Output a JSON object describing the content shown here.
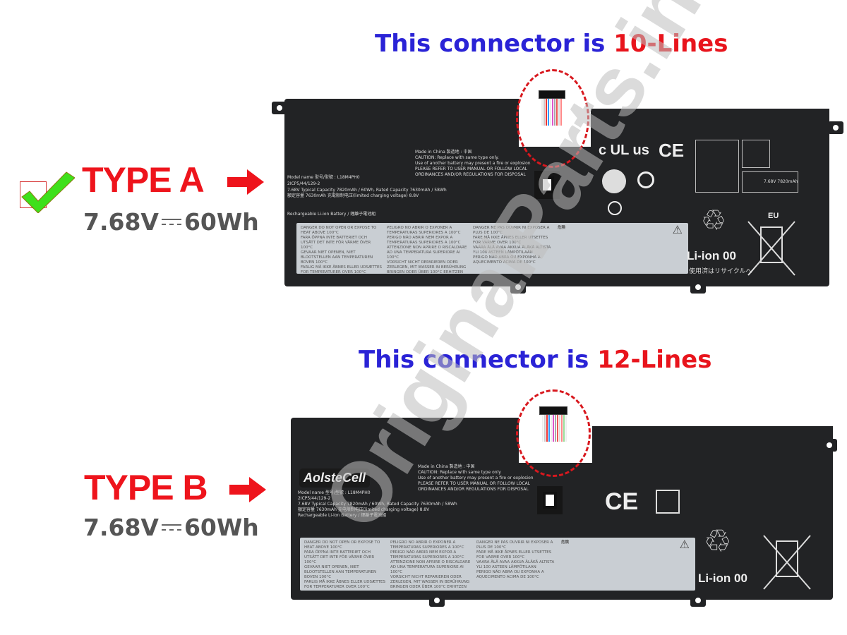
{
  "type_a": {
    "heading_prefix": "This connector is ",
    "heading_highlight": "10-Lines",
    "type_label": "TYPE A",
    "spec_voltage": "7.68V",
    "spec_energy": "60Wh",
    "selected": true,
    "battery": {
      "model_line": "Model name 型号/型號 : L18M4PH0",
      "cell_line": "2ICP5/44/129-2",
      "capacity_line": "7.68V Typical Capacity 7820mAh / 60Wh, Rated Capacity 7630mAh / 58Wh",
      "charge_line": "額定容量 7630mAh 充電限制电压(limited charging voltage) 8.8V",
      "rechargeable_line": "Rechargeable Li-ion Battery / 鋰離子電池組",
      "made_in": "Made in China 製造地 : 中国",
      "caution": "CAUTION: Replace with same type only.",
      "use_other": "Use of another battery may present a fire or explosion",
      "refer": "PLEASE REFER TO USER MANUAL OR FOLLOW LOCAL",
      "ordinances": "ORDINANCES AND/OR REGULATIONS FOR DISPOSAL",
      "cert_ul": "c UL us",
      "cert_ce": "CE",
      "pse_text": "7.68V 7820mAh",
      "li_ion": "Li-ion 00",
      "recycle_jp": "使用済はリサイクルへ",
      "eu": "EU"
    }
  },
  "type_b": {
    "heading_prefix": "This connector is ",
    "heading_highlight": "12-Lines",
    "type_label": "TYPE B",
    "spec_voltage": "7.68V",
    "spec_energy": "60Wh",
    "battery": {
      "brand": "AolsteCell",
      "model_line": "Model name 型号/型號 : L18M4PH0",
      "cell_line": "2ICP5/44/129-2",
      "capacity_line": "7.68V Typical Capacity 7820mAh / 60Wh, Rated Capacity 7630mAh / 58Wh",
      "charge_line": "額定容量 7630mAh 充电限制电压(limited charging voltage) 8.8V",
      "rechargeable_line": "Rechargeable Li-ion Battery / 鋰離子電池組",
      "made_in": "Made in China 製造地 : 中国",
      "caution": "CAUTION: Replace with same type only",
      "use_other": "Use of another battery may present a fire or explosion",
      "refer": "PLEASE REFER TO USER MANUAL OR FOLLOW LOCAL",
      "ordinances": "ORDINANCES AND/OR REGULATIONS FOR DISPOSAL",
      "cert_ce": "CE",
      "li_ion": "Li-ion 00"
    }
  },
  "warning_label": {
    "col1": [
      "DANGER  DO NOT OPEN OR EXPOSE TO HEAT ABOVE 100°C",
      "FARA  ÖPPNA INTE BATTERIET OCH UTSÄTT DET INTE FÖR VÄRME ÖVER 100°C",
      "GEVAAR  NIET OPENEN, NIET BLOOTSTELLEN AAN TEMPERATUREN BOVEN 100°C",
      "FARLIG  MÅ IKKE ÅBNES ELLER UDSÆTTES FOR TEMPERATURER OVER 100°C"
    ],
    "col2": [
      "PELIGRO  NO ABRIR O EXPONER A TEMPERATURAS SUPERIORES A 100°C",
      "PERIGO  NÃO ABRIR NEM EXPOR A TEMPERATURAS SUPERIORES A 100°C",
      "ATTENZIONE  NON APRIRE O RISCALDARE AD UNA TEMPERATURA SUPERIORE AI 100°C",
      "VORSICHT  NICHT REPARIEREN ODER ZERLEGEN, MIT WASSER IN BERÜHRUNG BRINGEN ODER ÜBER 100°C ERHITZEN"
    ],
    "col3": [
      "DANGER  NE PAS OUVRIR NI EXPOSER A PLUS DE 100°C",
      "FARE  MÅ IKKE ÅPNES ELLER UTSETTES FOR VARME OVER 100°C",
      "VAARA  ÄLÄ AVAA AKKUA ÄLÄKÄ ALTISTA YLI 100 ASTEEN LÄMPÖTILAAN",
      "PERIGO  NÃO ABRA OU EXPONHA A AQUECIMENTO ACIMA DE 100°C"
    ],
    "jp_title": "危険"
  },
  "watermark": "OriginalParts.in",
  "colors": {
    "heading_blue": "#2a23d6",
    "accent_red": "#e8141c",
    "check_green": "#3ee01b",
    "spec_gray": "#555555",
    "battery": "#222325"
  }
}
